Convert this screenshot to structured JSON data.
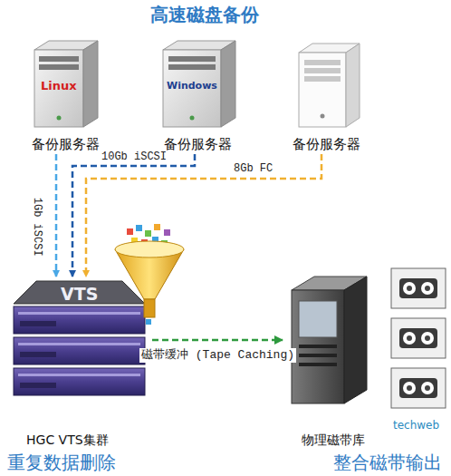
{
  "diagram": {
    "title": "高速磁盘备份",
    "nodes": [
      {
        "text": [
          "Linux",
          "备份服务器"
        ]
      },
      {
        "text": [
          "Windows",
          "备份服务器"
        ]
      },
      {
        "text": [
          "备份服务器"
        ]
      },
      {
        "text": [
          "VTS",
          "HGC VTS集群"
        ]
      },
      {
        "text": [
          "物理磁带库"
        ]
      }
    ],
    "edges": [
      {
        "from": 0,
        "to": 3,
        "arrow": "to",
        "label": "1Gb iSCSI"
      },
      {
        "from": 1,
        "to": 3,
        "arrow": "to",
        "label": "10Gb iSCSI"
      },
      {
        "from": 2,
        "to": 3,
        "arrow": "to",
        "label": "8Gb FC"
      },
      {
        "from": 3,
        "to": 4,
        "arrow": "to",
        "label": "磁带缓冲 (Tape Caching)"
      }
    ],
    "labels": [
      "重复数据删除",
      "整合磁带输出",
      "techweb"
    ]
  }
}
